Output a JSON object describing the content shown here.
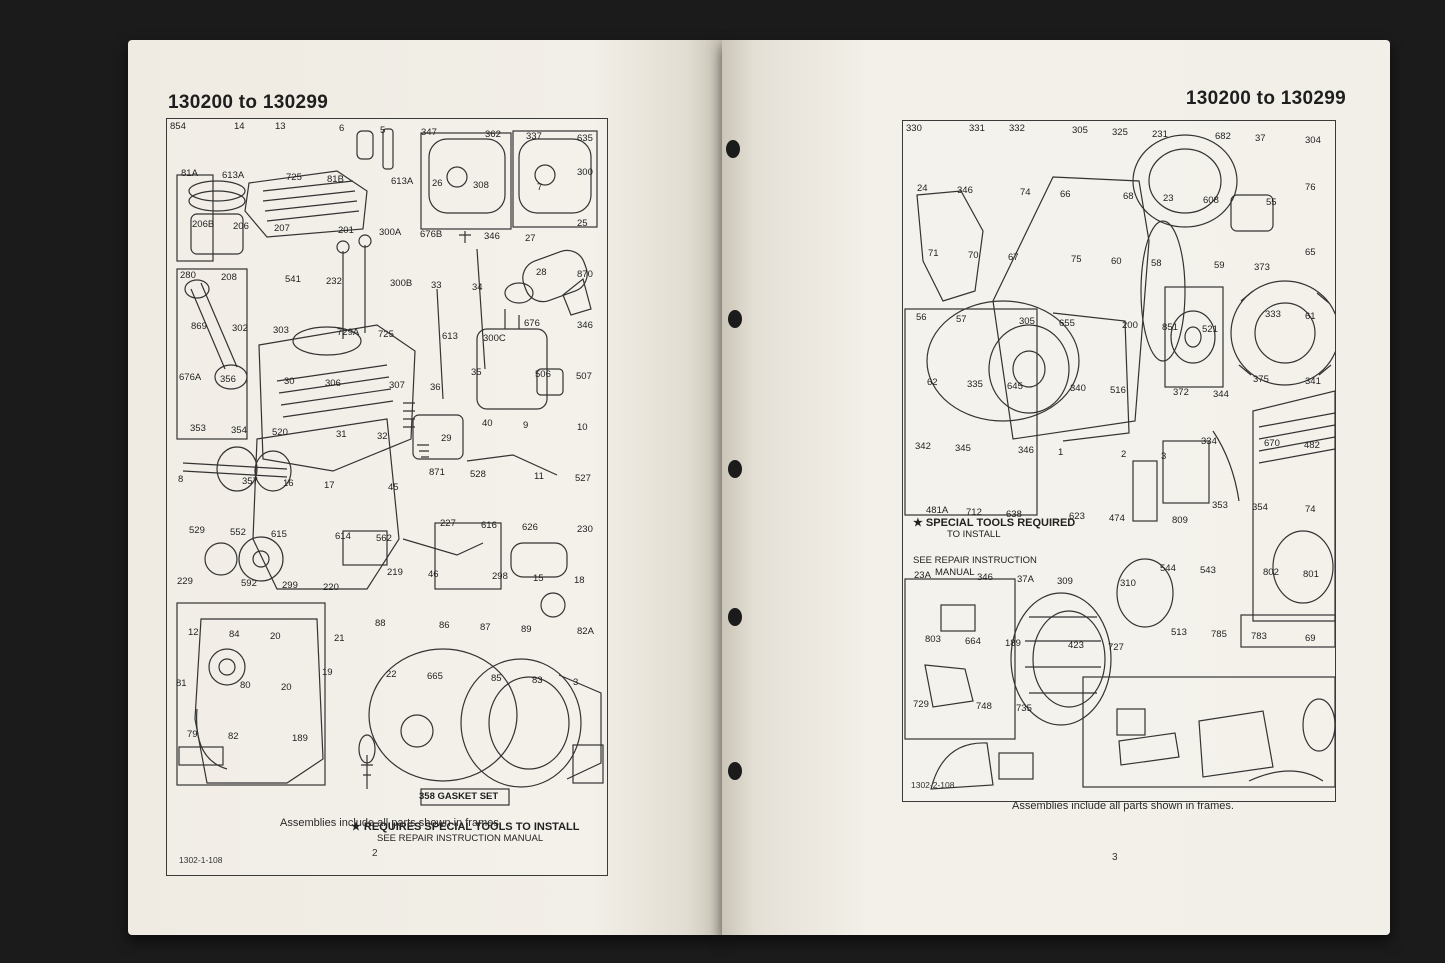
{
  "left_page": {
    "heading": "130200 to 130299",
    "caption": "Assemblies include all parts shown in frames.",
    "page_number": "2",
    "figure_code": "1302-1-108",
    "note_line1": "★ REQUIRES SPECIAL TOOLS TO INSTALL",
    "note_line2": "SEE REPAIR INSTRUCTION MANUAL",
    "gasket_set": "358 GASKET SET",
    "part_labels": [
      "854",
      "14",
      "13",
      "6",
      "5",
      "347",
      "362",
      "337",
      "635",
      "81A",
      "613A",
      "725",
      "81B",
      "613A",
      "26",
      "308",
      "7",
      "300",
      "206B",
      "206",
      "207",
      "201",
      "300A",
      "676B",
      "346",
      "27",
      "25",
      "280",
      "208",
      "541",
      "232",
      "300B",
      "33",
      "34",
      "28",
      "870",
      "869",
      "302",
      "303",
      "729A",
      "725",
      "613",
      "300C",
      "676",
      "346",
      "676A",
      "356",
      "30",
      "306",
      "307",
      "36",
      "35",
      "506",
      "507",
      "353",
      "354",
      "520",
      "31",
      "32",
      "29",
      "40",
      "9",
      "10",
      "8",
      "357",
      "16",
      "17",
      "45",
      "871",
      "528",
      "11",
      "527",
      "529",
      "552",
      "615",
      "614",
      "562",
      "227",
      "616",
      "626",
      "230",
      "229",
      "592",
      "299",
      "220",
      "219",
      "46",
      "298",
      "15",
      "18",
      "12",
      "84",
      "20",
      "21",
      "88",
      "86",
      "87",
      "89",
      "82A",
      "81",
      "80",
      "20",
      "19",
      "22",
      "665",
      "85",
      "83",
      "3",
      "79",
      "82",
      "189"
    ]
  },
  "right_page": {
    "heading": "130200 to 130299",
    "caption": "Assemblies include all parts shown in frames.",
    "page_number": "3",
    "figure_code": "1302-2-108",
    "note_line1": "★ SPECIAL TOOLS REQUIRED",
    "note_line2": "TO INSTALL",
    "note_line3": "SEE REPAIR INSTRUCTION",
    "note_line4": "MANUAL",
    "part_labels": [
      "330",
      "331",
      "332",
      "305",
      "325",
      "231",
      "682",
      "37",
      "304",
      "24",
      "346",
      "74",
      "66",
      "68",
      "23",
      "608",
      "55",
      "76",
      "71",
      "70",
      "67",
      "75",
      "60",
      "58",
      "59",
      "373",
      "65",
      "56",
      "57",
      "305",
      "655",
      "200",
      "851",
      "521",
      "333",
      "61",
      "62",
      "335",
      "645",
      "340",
      "516",
      "372",
      "344",
      "375",
      "341",
      "342",
      "345",
      "346",
      "1",
      "2",
      "3",
      "334",
      "670",
      "482",
      "481A",
      "712",
      "638",
      "623",
      "474",
      "809",
      "353",
      "354",
      "74",
      "23A",
      "346",
      "37A",
      "309",
      "310",
      "544",
      "543",
      "802",
      "801",
      "803",
      "664",
      "189",
      "423",
      "727",
      "513",
      "785",
      "783",
      "69",
      "729",
      "748",
      "735"
    ]
  }
}
